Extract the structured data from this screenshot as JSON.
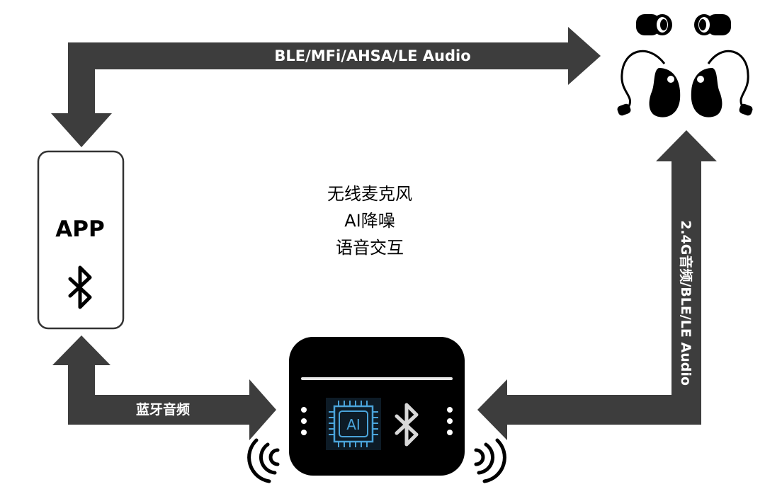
{
  "arrows": {
    "top_label": "BLE/MFi/AHSA/LE Audio",
    "right_label": "2.4G音频/BLE/LE Audio",
    "bottom_label": "蓝牙音频"
  },
  "phone": {
    "app_label": "APP",
    "icon": "bluetooth-icon"
  },
  "features": {
    "line1": "无线麦克风",
    "line2": "AI降噪",
    "line3": "语音交互"
  },
  "device": {
    "chip_label": "AI",
    "chip_icon": "ai-chip-icon",
    "bt_icon": "bluetooth-icon",
    "sound_icon": "sound-waves-icon"
  },
  "hearing_aids": {
    "icon": "hearing-aid-icon",
    "tips_icon": "ear-tip-icon"
  },
  "colors": {
    "arrow": "#3d3d3d",
    "device": "#000000",
    "chip_blue": "#4aa3d9"
  }
}
